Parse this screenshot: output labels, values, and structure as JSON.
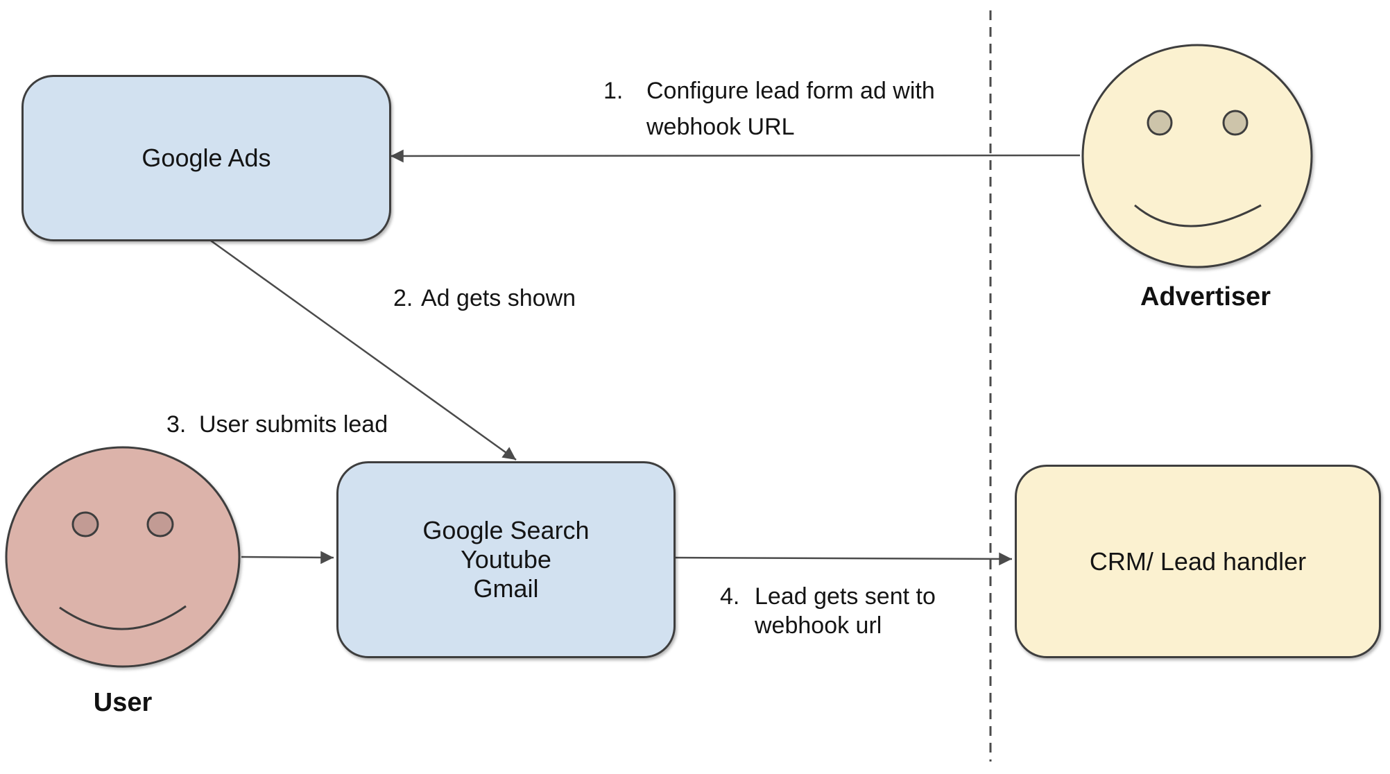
{
  "nodes": {
    "google_ads": {
      "label": "Google Ads"
    },
    "google_search": {
      "lines": [
        "Google Search",
        "Youtube",
        "Gmail"
      ]
    },
    "crm": {
      "label": "CRM/ Lead handler"
    }
  },
  "actors": {
    "advertiser": {
      "label": "Advertiser"
    },
    "user": {
      "label": "User"
    }
  },
  "steps": {
    "step1": {
      "num": "1.",
      "line1": "Configure lead form ad with",
      "line2": "webhook URL"
    },
    "step2": {
      "num": "2.",
      "line1": "Ad gets shown"
    },
    "step3": {
      "num": "3.",
      "line1": "User submits lead"
    },
    "step4": {
      "num": "4.",
      "line1": "Lead gets sent to",
      "line2": "webhook url"
    }
  },
  "colors": {
    "node_fill_blue": "#d2e1f0",
    "node_fill_yellow": "#fbf1d0",
    "node_border": "#3e3e3e",
    "user_face_fill": "#dcb3aa",
    "user_eye_fill": "#c29b94",
    "advertiser_face_fill": "#fbf1d0",
    "advertiser_eye_fill": "#cdc4aa",
    "connector": "#4b4b4b",
    "text": "#141414",
    "background": "#ffffff"
  }
}
